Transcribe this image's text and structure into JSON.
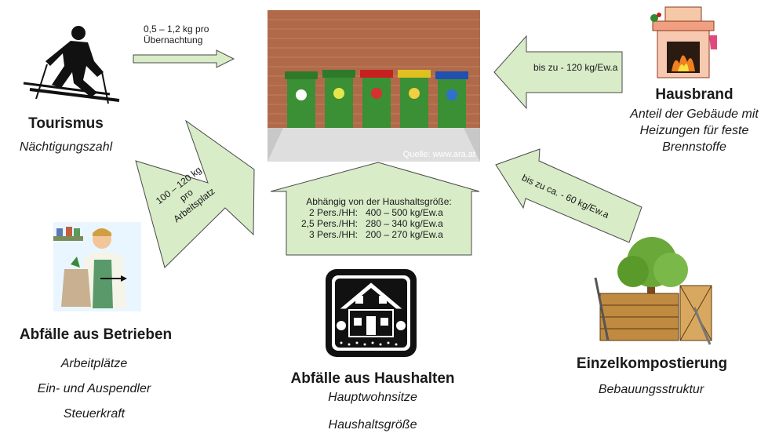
{
  "photo": {
    "credit": "Quelle: www.ara.at"
  },
  "tourismus": {
    "title": "Tourismus",
    "indicator": "Nächtigungszahl",
    "arrow_line1": "0,5 – 1,2 kg pro",
    "arrow_line2": "Übernachtung"
  },
  "hausbrand": {
    "title": "Hausbrand",
    "indicator_line1": "Anteil der Gebäude mit",
    "indicator_line2": "Heizungen für feste",
    "indicator_line3": "Brennstoffe",
    "arrow_label": "bis zu - 120 kg/Ew.a"
  },
  "betriebe": {
    "title": "Abfälle aus Betrieben",
    "indicators": [
      "Arbeitplätze",
      "Ein- und Auspendler",
      "Steuerkraft"
    ],
    "arrow_line1": "100 – 120 kg",
    "arrow_line2": "pro",
    "arrow_line3": "Arbeitsplatz"
  },
  "haushalte": {
    "title": "Abfälle aus Haushalten",
    "indicators": [
      "Hauptwohnsitze",
      "Haushaltsgröße"
    ],
    "box_heading": "Abhängig von der Haushaltsgröße:",
    "rows": [
      {
        "label": "2 Pers./HH:",
        "value": "400 – 500 kg/Ew.a"
      },
      {
        "label": "2,5 Pers./HH:",
        "value": "280 – 340 kg/Ew.a"
      },
      {
        "label": "3 Pers./HH:",
        "value": "200 – 270 kg/Ew.a"
      }
    ]
  },
  "kompost": {
    "title": "Einzelkompostierung",
    "indicator": "Bebauungsstruktur",
    "arrow_label": "bis zu ca. - 60 kg/Ew.a"
  },
  "colors": {
    "arrow_fill": "#d8ecc8",
    "arrow_stroke": "#4a4a4a"
  }
}
